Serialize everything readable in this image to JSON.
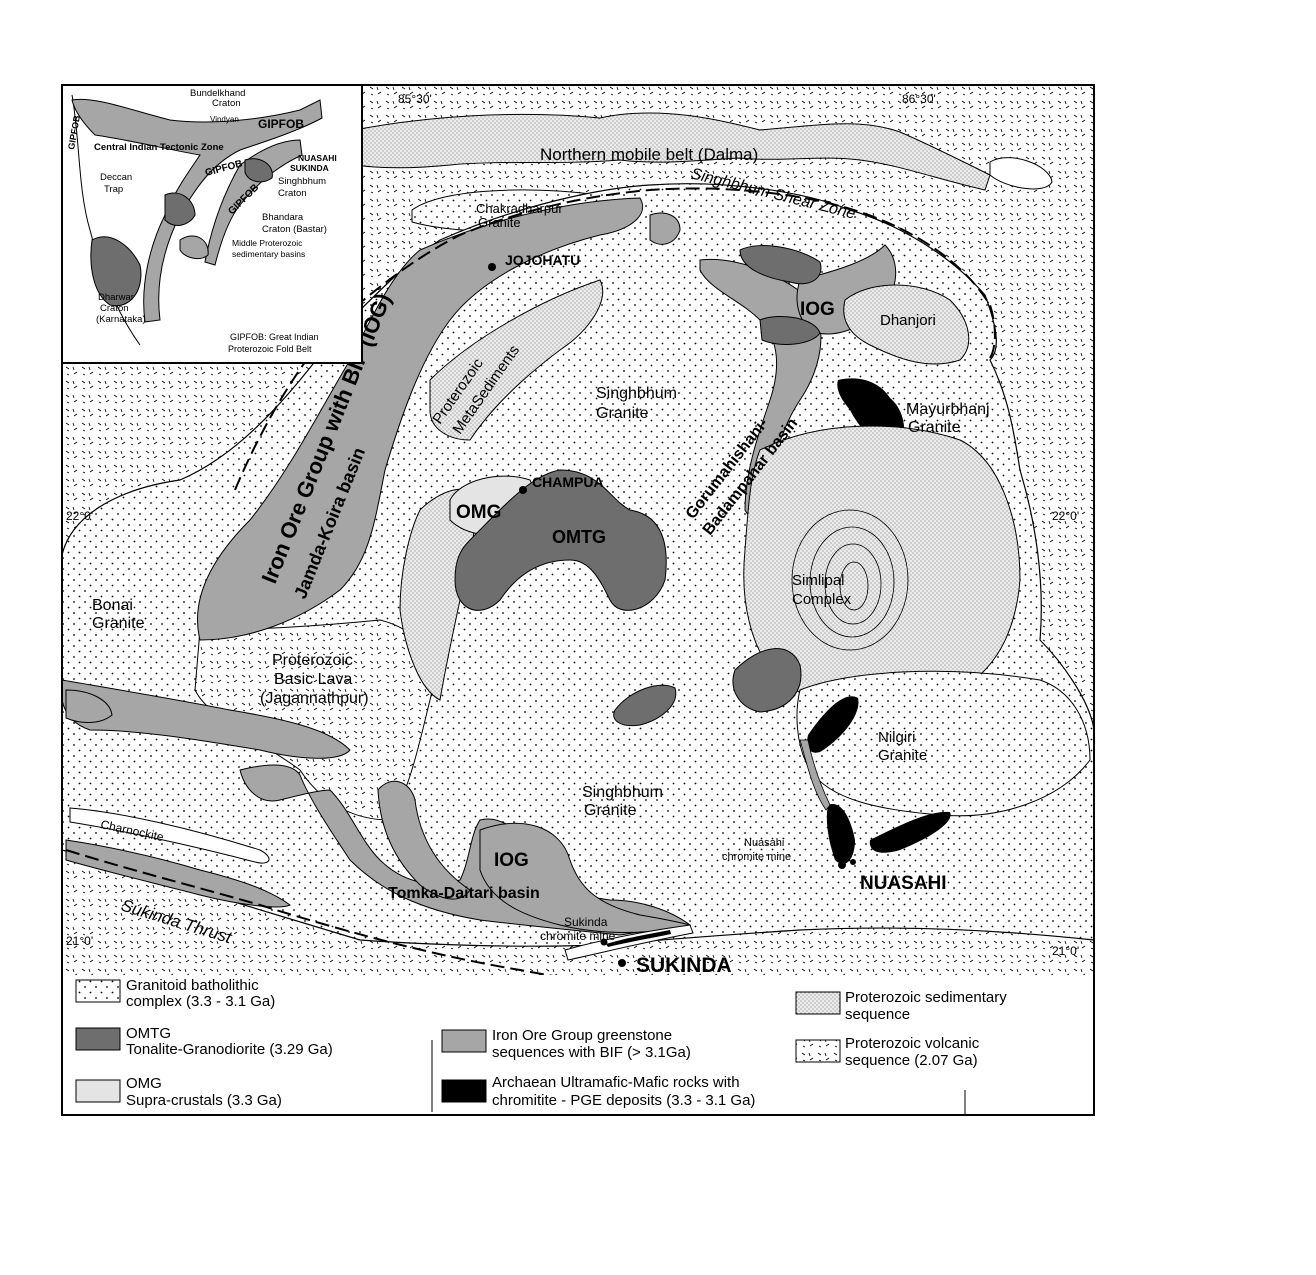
{
  "coords": {
    "top_left": "85°30'",
    "top_right": "86°30'",
    "left_22": "22°0'",
    "right_22": "22°0'",
    "left_21": "21°0'",
    "right_21": "21°0'"
  },
  "labels": {
    "northern_belt": "Northern mobile belt (Dalma)",
    "shear_zone": "Singhbhum Shear Zone",
    "chakradharpur_1": "Chakradharpur",
    "chakradharpur_2": "Granite",
    "iog_band": "Iron Ore Group with BIF (IOG)",
    "jamda_koira": "Jamda-Koira basin",
    "proto_meta_1": "Proterozoic",
    "proto_meta_2": "MetaSediments",
    "singhbhum_granite_1a": "Singhbhum",
    "singhbhum_granite_1b": "Granite",
    "iog_ne": "IOG",
    "dhanjori": "Dhanjori",
    "mayurbhanj_1": "Mayurbhanj",
    "mayurbhanj_2": "Granite",
    "gorumahishani_1": "Gorumahishani-",
    "gorumahishani_2": "Badampahar basin",
    "omg": "OMG",
    "omtg": "OMTG",
    "simlipal_1": "Simlipal",
    "simlipal_2": "Complex",
    "bonai_1": "Bonai",
    "bonai_2": "Granite",
    "proto_lava_1": "Proterozoic",
    "proto_lava_2": "Basic Lava",
    "proto_lava_3": "(Jagannathpur)",
    "nilgiri_1": "Nilgiri",
    "nilgiri_2": "Granite",
    "singhbhum_granite_2a": "Singhbhum",
    "singhbhum_granite_2b": "Granite",
    "charnockite": "Charnockite",
    "iog_s": "IOG",
    "tomka": "Tomka-Daitari basin",
    "sukinda_thrust": "Sukinda Thrust",
    "sukinda_mine_1": "Sukinda",
    "sukinda_mine_2": "chromite mine",
    "nuasahi_mine_1": "Nuasahi",
    "nuasahi_mine_2": "chromite mine"
  },
  "localities": {
    "jojohatu": "JOJOHATU",
    "champua": "CHAMPUA",
    "nuasahi": "NUASAHI",
    "sukinda": "SUKINDA"
  },
  "inset": {
    "bundelkhand_1": "Bundelkhand",
    "bundelkhand_2": "Craton",
    "vindyan": "Vindyan",
    "gipfob_1": "GIPFOB",
    "gipfob_2": "GIPFOB",
    "gipfob_3": "GIPFOB",
    "gipfob_4": "GIPFOB",
    "citz": "Central Indian Tectonic Zone",
    "nuasahi": "NUASAHI",
    "sukinda": "SUKINDA",
    "singhbhum_1": "Singhbhum",
    "singhbhum_2": "Craton",
    "deccan_1": "Deccan",
    "deccan_2": "Trap",
    "bhandara_1": "Bhandara",
    "bhandara_2": "Craton (Bastar)",
    "middle_1": "Middle Proterozoic",
    "middle_2": "sedimentary basins",
    "dharwar_1": "Dharwar",
    "dharwar_2": "Craton",
    "dharwar_3": "(Karnataka)",
    "gipfob_def_1": "GIPFOB: Great Indian",
    "gipfob_def_2": "Proterozoic Fold Belt"
  },
  "legend": {
    "granitoid_1": "Granitoid batholithic",
    "granitoid_2": "complex (3.3 - 3.1 Ga)",
    "omtg_1": "OMTG",
    "omtg_2": "Tonalite-Granodiorite (3.29 Ga)",
    "omg_1": "OMG",
    "omg_2": "Supra-crustals (3.3 Ga)",
    "iog_1": "Iron Ore Group greenstone",
    "iog_2": "sequences with BIF (> 3.1Ga)",
    "ultra_1": "Archaean Ultramafic-Mafic rocks with",
    "ultra_2": "chromitite - PGE deposits (3.3 - 3.1 Ga)",
    "proto_sed_1": "Proterozoic sedimentary",
    "proto_sed_2": "sequence",
    "proto_vol_1": "Proterozoic volcanic",
    "proto_vol_2": "sequence (2.07 Ga)"
  },
  "colors": {
    "iog": "#a6a6a6",
    "omtg": "#6e6e6e",
    "omg": "#e4e4e4",
    "ultramafic": "#000000",
    "background": "#ffffff"
  }
}
